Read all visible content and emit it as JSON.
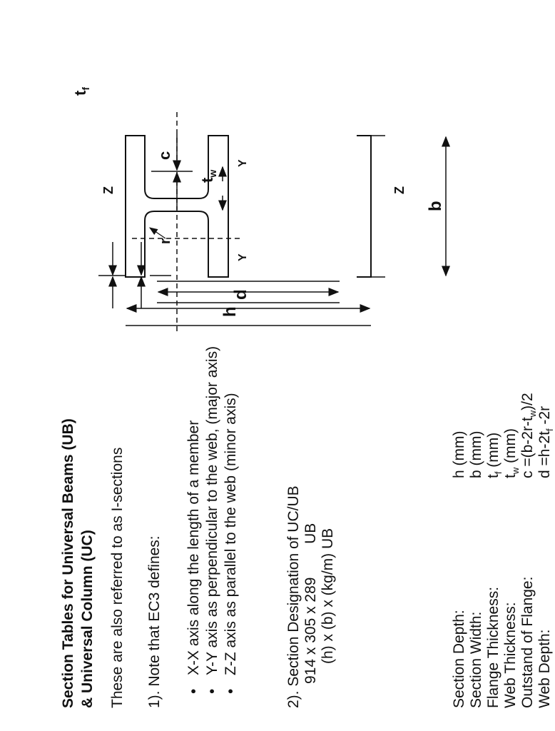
{
  "title_line1": "Section Tables for Universal Beams (UB)",
  "title_line2": "& Universal Column (UC)",
  "intro": "These are also referred to as I-sections",
  "note": "1). Note that EC3 defines:",
  "bullets": [
    "X-X axis along the length of a member",
    "Y-Y axis as perpendicular to the web, (major axis)",
    "Z-Z axis as parallel to the web (minor axis)"
  ],
  "designation": {
    "heading": "2). Section Designation of UC/UB",
    "example": "914 x 305 x 289",
    "example_type": "UB",
    "format": "(h) x (b) x (kg/m) UB"
  },
  "definitions": [
    {
      "label": "Section Depth:",
      "value": "h (mm)"
    },
    {
      "label": "Section Width:",
      "value": "b (mm)"
    },
    {
      "label": "Flange Thickness:",
      "value": "t",
      "sub": "f",
      "tail": " (mm)"
    },
    {
      "label": "Web Thickness:",
      "value": "t",
      "sub": "w",
      "tail": " (mm)"
    },
    {
      "label": "Outstand of Flange:",
      "value": "c =(b-2r-t",
      "sub": "w",
      "tail": ")/2"
    },
    {
      "label": "Web Depth:",
      "value": "d =h-2t",
      "sub": "f",
      "tail": " -2r"
    }
  ],
  "diagram_labels": {
    "tf": "t",
    "tf_sub": "f",
    "c": "c",
    "tw": "t",
    "tw_sub": "w",
    "r": "r",
    "y_top": "Y",
    "y_bottom": "Y",
    "z_left": "Z",
    "z_right": "Z",
    "b": "b",
    "h": "h",
    "d": "d"
  }
}
